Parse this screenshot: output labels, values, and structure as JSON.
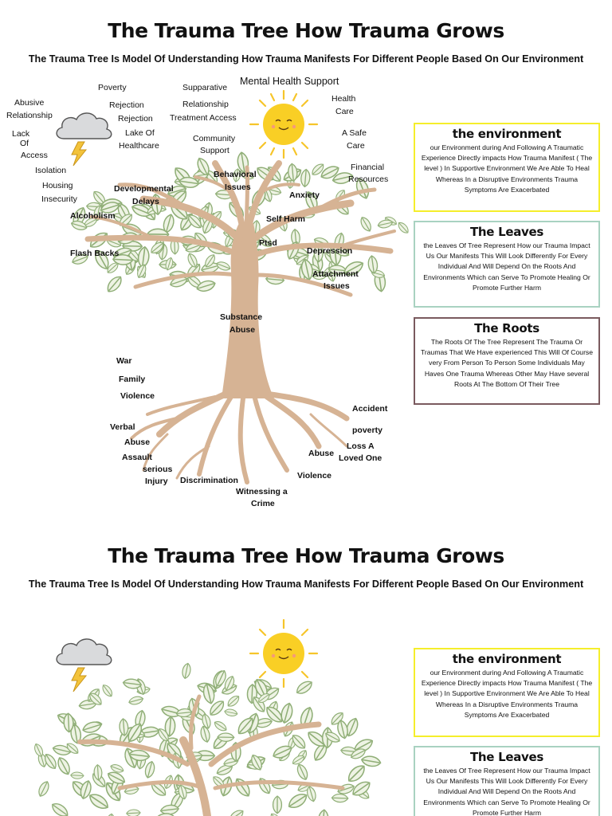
{
  "pages": [
    {
      "title": "The Trauma Tree How Trauma Grows",
      "subtitle": "The Trauma Tree Is Model Of Understanding How Trauma Manifests For Different People Based On Our Environment"
    },
    {
      "title": "The Trauma Tree How Trauma Grows",
      "subtitle": "The Trauma Tree Is Model Of Understanding How Trauma Manifests For Different People Based On Our Environment"
    }
  ],
  "environment_labels": {
    "abusive": "Abusive",
    "relationship": "Relationship",
    "lack": "Lack",
    "of": "Of",
    "access": "Access",
    "isolation": "Isolation",
    "housing": "Housing",
    "insecurity": "Insecurity",
    "poverty": "Poverty",
    "rejection1": "Rejection",
    "rejection2": "Rejection",
    "lake_of": "Lake Of",
    "healthcare": "Healthcare",
    "supparative": "Supparative",
    "relationship2": "Relationship",
    "treatment_access": "Treatment Access",
    "community": "Community",
    "support": "Support",
    "mental_health_support": "Mental Health Support",
    "health": "Health",
    "care": "Care",
    "a_safe": "A Safe",
    "care2": "Care",
    "financial": "Financial",
    "resources": "Resources"
  },
  "leaf_labels": {
    "behavioral": "Behavioral",
    "issues": "Issues",
    "developmental": "Developmental",
    "delays": "Delays",
    "anxiety": "Anxiety",
    "alcoholism": "Alcoholism",
    "self_harm": "Self Harm",
    "ptsd": "Ptsd",
    "flash_backs": "Flash Backs",
    "depression": "Depression",
    "attachment": "Attachment",
    "issues2": "Issues",
    "substance": "Substance",
    "abuse": "Abuse"
  },
  "root_labels": {
    "war": "War",
    "family": "Family",
    "violence": "Violence",
    "verbal": "Verbal",
    "abuse": "Abuse",
    "assault": "Assault",
    "serious": "serious",
    "injury": "Injury",
    "discrimination": "Discrimination",
    "witnessing_a": "Witnessing a",
    "crime": "Crime",
    "violence2": "Violence",
    "abuse2": "Abuse",
    "loss_a": "Loss A",
    "loved_one": "Loved One",
    "poverty": "poverty",
    "accident": "Accident"
  },
  "boxes": {
    "environment": {
      "heading": "the environment",
      "body": "our Environment during And Following A Traumatic Experience Directly impacts How Trauma Manifest ( The level ) In Supportive Environment We Are Able To Heal Whereas In a Disruptive Environments Trauma Symptoms Are Exacerbated"
    },
    "leaves": {
      "heading": "The Leaves",
      "body": "the Leaves Of Tree Represent How our Trauma Impact Us Our Manifests This Will Look Differently For Every Individual And Will Depend On the Roots And Environments Which can Serve To Promote Healing Or Promote Further Harm"
    },
    "roots": {
      "heading": "The Roots",
      "body": "The Roots Of The Tree Represent The Trauma Or Traumas That We Have experienced This Will Of Course very From Person To Person Some Individuals May Haves One Trauma Whereas Other May Have several Roots At The Bottom Of Their Tree"
    }
  },
  "colors": {
    "trunk": "#d6b394",
    "leaf_fill": "#eef3e4",
    "leaf_stroke": "#8fae76",
    "sun": "#f9cf25",
    "sun_ray": "#f6c52a",
    "cloud": "#d9dadc",
    "bolt": "#f3c33b",
    "env_border": "#f5ee2b",
    "leaves_border": "#a9d2c1",
    "roots_border": "#7a5a5e"
  },
  "icons": [
    "cloud-icon",
    "lightning-icon",
    "sun-icon"
  ]
}
